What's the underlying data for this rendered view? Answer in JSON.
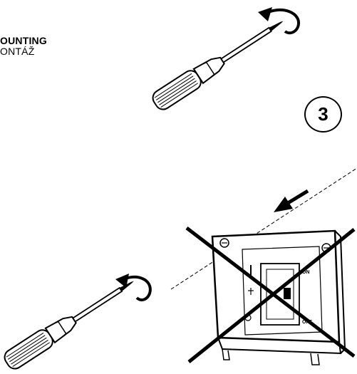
{
  "heading": {
    "line1": "OUNTING",
    "line2": "ONTÁŽ"
  },
  "step": {
    "number": "3"
  },
  "device": {
    "switch_on_label": "ON",
    "switch_off_label": "OFF"
  },
  "icons": [
    "screwdriver-icon",
    "rotate-arrow-icon",
    "direction-arrow-icon",
    "cross-icon",
    "screw-icon"
  ]
}
